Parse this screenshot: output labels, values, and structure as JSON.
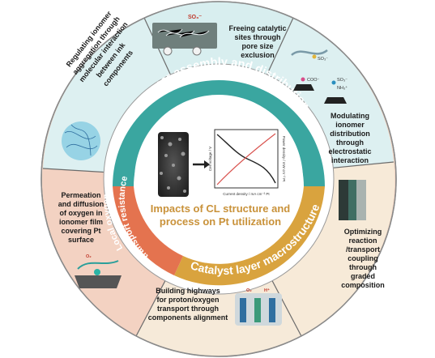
{
  "outer_segments": {
    "freeing_sites": [
      "Freeing catalytic",
      "sites through",
      "pore size",
      "exclusion"
    ],
    "modulating": [
      "Modulating",
      "ionomer",
      "distribution",
      "through",
      "electrostatic",
      "interaction"
    ],
    "optimizing": [
      "Optimizing",
      "reaction",
      "/transport",
      "coupling",
      "through",
      "graded",
      "composition"
    ],
    "highways": [
      "Building highways",
      "for proton/oxygen",
      "transport through",
      "components alignment"
    ],
    "permeation": [
      "Permeation",
      "and diffusion",
      "of oxygen in",
      "ionomer film",
      "covering Pt",
      "surface"
    ],
    "regulating": [
      "Regulating ionomer",
      "aggregation through",
      "molecular interaction",
      "between ink",
      "components"
    ]
  },
  "inner_ring": {
    "ionomer": "Ionomer assembly and distribution",
    "catalyst": "Catalyst  layer macrostructure",
    "local_oxygen": [
      "Local oxygen",
      "transport resistance"
    ]
  },
  "center": {
    "title_line1": "Impacts of CL structure and",
    "title_line2": "process on Pt utilization"
  },
  "plot_labels": {
    "xlabel": "Current density / mA cm⁻² Pt",
    "ylabel_left": "Cell voltage / V",
    "ylabel_right": "Power density / mW cm⁻² Pt"
  },
  "icon_labels": {
    "so3_top": "SO₃⁻",
    "so3_a": "SO₃⁻",
    "so3_b": "SO₃⁻",
    "coo": "COO⁻",
    "nh3": "NH₃⁺",
    "o2_a": "O₂",
    "o2_b": "O₂",
    "h_plus": "H⁺"
  },
  "colors": {
    "outer_segment_bg": "#f3dccb",
    "teal_ring": "#3aa6a0",
    "gold_ring": "#d9a33e",
    "orange_ring": "#e4734f",
    "separator": "#555555"
  }
}
